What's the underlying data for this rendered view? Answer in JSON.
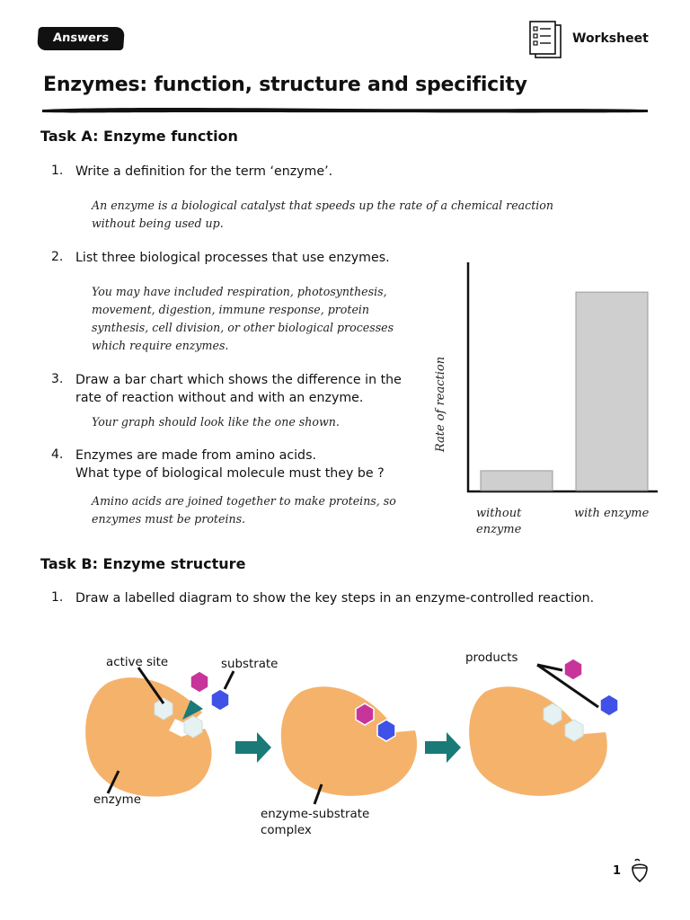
{
  "header": {
    "badge": "Answers",
    "worksheet_label": "Worksheet"
  },
  "title": "Enzymes: function, structure and specificity",
  "task_a": {
    "heading": "Task A: Enzyme function",
    "questions": [
      {
        "num": "1.",
        "text": "Write a definition for the term ‘enzyme’.",
        "answer_lines": [
          "An enzyme is a biological catalyst that speeds up the rate of a chemical reaction",
          "without being used up."
        ]
      },
      {
        "num": "2.",
        "text": "List three biological processes that use enzymes.",
        "answer_lines": [
          "You may have included respiration, photosynthesis,",
          "movement, digestion, immune response, protein",
          "synthesis, cell division, or other biological processes",
          "which require enzymes."
        ]
      },
      {
        "num": "3.",
        "text_lines": [
          "Draw a bar chart which shows the difference in the",
          "rate of reaction without and with an enzyme."
        ],
        "answer_lines": [
          "Your graph should look like the one shown."
        ]
      },
      {
        "num": "4.",
        "text_lines": [
          "Enzymes are made from amino acids.",
          "What type of biological molecule must they be ?"
        ],
        "answer_lines": [
          "Amino acids are joined together to make proteins, so",
          "enzymes must be proteins."
        ]
      }
    ]
  },
  "chart_data": {
    "type": "bar",
    "categories": [
      "without enzyme",
      "with enzyme"
    ],
    "category_lines": [
      [
        "without",
        "enzyme"
      ],
      [
        "with enzyme"
      ]
    ],
    "values": [
      1,
      10
    ],
    "ylabel": "Rate of reaction",
    "xlabel": "",
    "ylim": [
      0,
      11.5
    ],
    "grid": false,
    "bar_color": "#cfcfcf"
  },
  "task_b": {
    "heading": "Task B: Enzyme structure",
    "questions": [
      {
        "num": "1.",
        "text": "Draw a labelled diagram to show the key steps in an enzyme-controlled reaction."
      }
    ]
  },
  "diagram": {
    "labels": {
      "active_site": "active site",
      "substrate": "substrate",
      "products": "products",
      "enzyme": "enzyme",
      "complex_lines": [
        "enzyme-substrate",
        "complex"
      ]
    },
    "colors": {
      "enzyme": "#f5b26b",
      "substrate_a": "#c8359a",
      "substrate_b": "#3f51e6",
      "site": "#e6f2f2",
      "arrow": "#1a7a78"
    }
  },
  "footer": {
    "page_number": "1"
  }
}
